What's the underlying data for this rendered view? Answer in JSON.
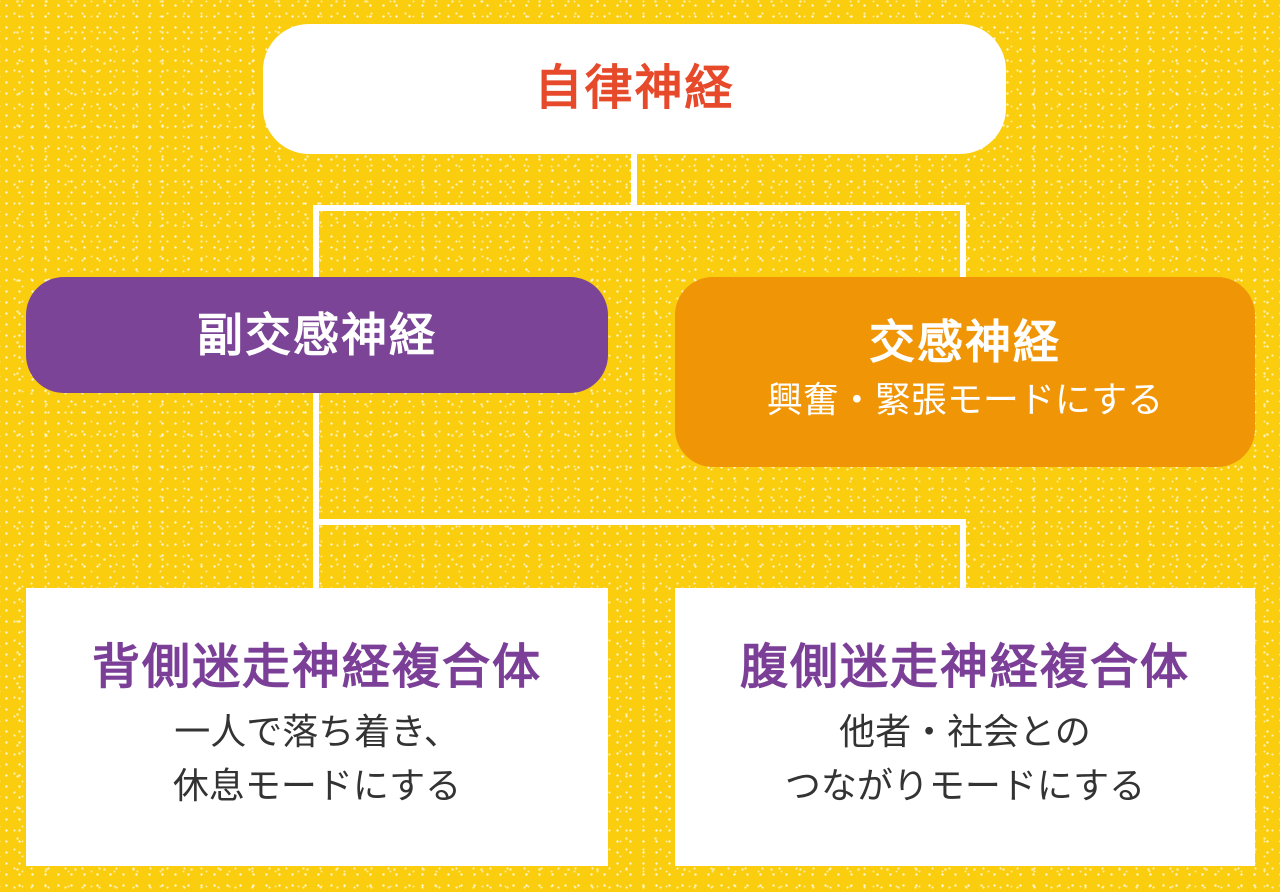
{
  "nodes": {
    "root": {
      "title": "自律神経"
    },
    "parasympathetic": {
      "title": "副交感神経"
    },
    "sympathetic": {
      "title": "交感神経",
      "desc": "興奮・緊張モードにする"
    },
    "dorsal_vagal": {
      "title": "背側迷走神経複合体",
      "desc": "一人で落ち着き、\n休息モードにする"
    },
    "ventral_vagal": {
      "title": "腹側迷走神経複合体",
      "desc": "他者・社会との\nつながりモードにする"
    }
  },
  "colors": {
    "background": "#fbcd0f",
    "root_text": "#e64a2a",
    "parasympathetic_fill": "#7b4496",
    "sympathetic_fill": "#ef9506",
    "vagal_title": "#7b3f98",
    "connector": "#ffffff"
  }
}
